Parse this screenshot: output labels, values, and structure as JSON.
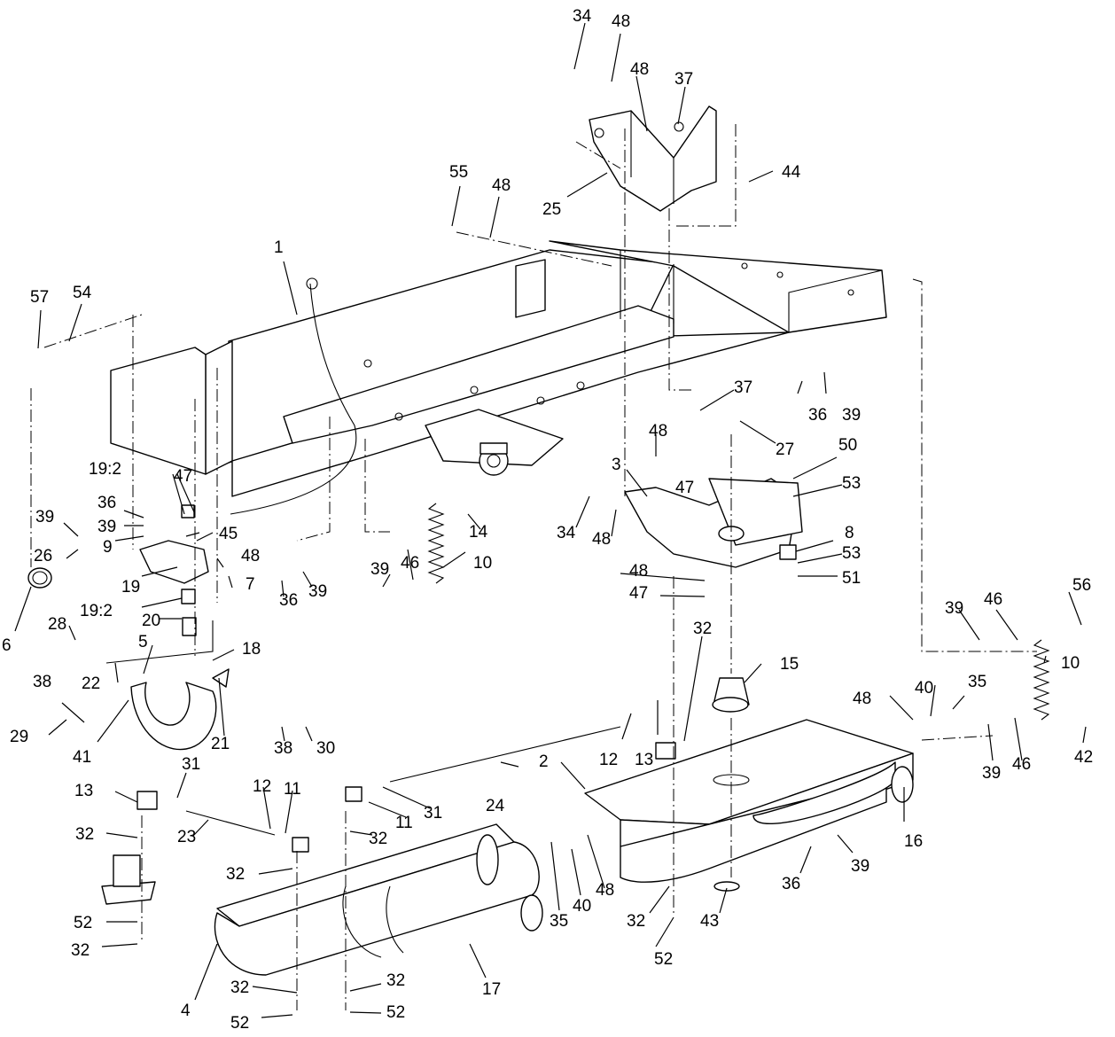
{
  "callouts": [
    {
      "n": "34"
    },
    {
      "n": "48"
    },
    {
      "n": "48"
    },
    {
      "n": "37"
    },
    {
      "n": "44"
    },
    {
      "n": "25"
    },
    {
      "n": "55"
    },
    {
      "n": "48"
    },
    {
      "n": "1"
    },
    {
      "n": "57"
    },
    {
      "n": "54"
    },
    {
      "n": "37"
    },
    {
      "n": "36"
    },
    {
      "n": "39"
    },
    {
      "n": "27"
    },
    {
      "n": "48"
    },
    {
      "n": "50"
    },
    {
      "n": "47"
    },
    {
      "n": "53"
    },
    {
      "n": "3"
    },
    {
      "n": "34"
    },
    {
      "n": "48"
    },
    {
      "n": "14"
    },
    {
      "n": "8"
    },
    {
      "n": "53"
    },
    {
      "n": "48"
    },
    {
      "n": "51"
    },
    {
      "n": "47"
    },
    {
      "n": "19:2"
    },
    {
      "n": "47"
    },
    {
      "n": "36"
    },
    {
      "n": "39"
    },
    {
      "n": "39"
    },
    {
      "n": "45"
    },
    {
      "n": "9"
    },
    {
      "n": "26"
    },
    {
      "n": "48"
    },
    {
      "n": "19"
    },
    {
      "n": "7"
    },
    {
      "n": "19:2"
    },
    {
      "n": "20"
    },
    {
      "n": "6"
    },
    {
      "n": "28"
    },
    {
      "n": "5"
    },
    {
      "n": "18"
    },
    {
      "n": "22"
    },
    {
      "n": "36"
    },
    {
      "n": "39"
    },
    {
      "n": "39"
    },
    {
      "n": "46"
    },
    {
      "n": "10"
    },
    {
      "n": "56"
    },
    {
      "n": "39"
    },
    {
      "n": "46"
    },
    {
      "n": "10"
    },
    {
      "n": "32"
    },
    {
      "n": "15"
    },
    {
      "n": "35"
    },
    {
      "n": "40"
    },
    {
      "n": "48"
    },
    {
      "n": "42"
    },
    {
      "n": "38"
    },
    {
      "n": "29"
    },
    {
      "n": "41"
    },
    {
      "n": "21"
    },
    {
      "n": "38"
    },
    {
      "n": "30"
    },
    {
      "n": "12"
    },
    {
      "n": "13"
    },
    {
      "n": "39"
    },
    {
      "n": "46"
    },
    {
      "n": "2"
    },
    {
      "n": "24"
    },
    {
      "n": "13"
    },
    {
      "n": "31"
    },
    {
      "n": "12"
    },
    {
      "n": "11"
    },
    {
      "n": "11"
    },
    {
      "n": "31"
    },
    {
      "n": "32"
    },
    {
      "n": "23"
    },
    {
      "n": "32"
    },
    {
      "n": "32"
    },
    {
      "n": "16"
    },
    {
      "n": "35"
    },
    {
      "n": "40"
    },
    {
      "n": "48"
    },
    {
      "n": "36"
    },
    {
      "n": "39"
    },
    {
      "n": "32"
    },
    {
      "n": "43"
    },
    {
      "n": "52"
    },
    {
      "n": "32"
    },
    {
      "n": "52"
    },
    {
      "n": "4"
    },
    {
      "n": "17"
    },
    {
      "n": "32"
    },
    {
      "n": "32"
    },
    {
      "n": "52"
    },
    {
      "n": "52"
    }
  ]
}
